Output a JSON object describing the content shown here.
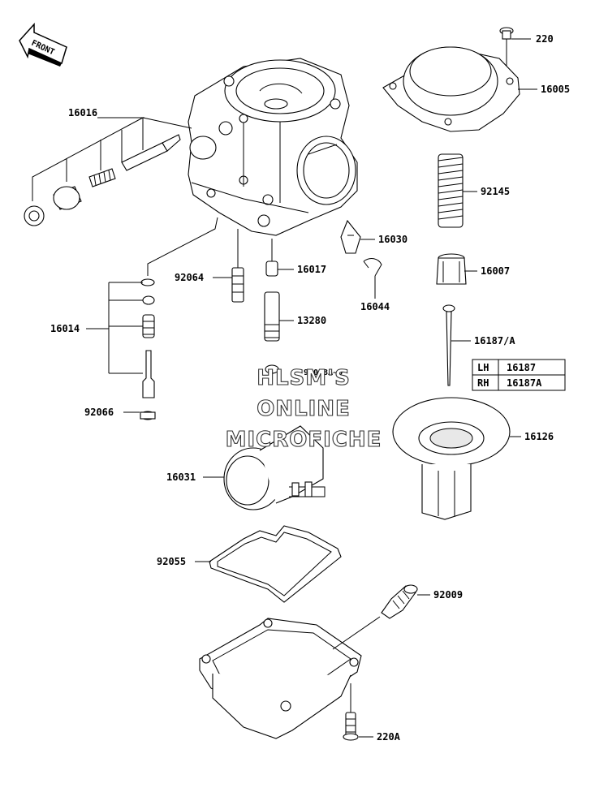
{
  "front_marker": "FRONT",
  "labels": {
    "p220": "220",
    "p16005": "16005",
    "p16016": "16016",
    "p92145": "92145",
    "p16030": "16030",
    "p16017": "16017",
    "p92064": "92064",
    "p16007": "16007",
    "p16044": "16044",
    "p16014": "16014",
    "p13280": "13280",
    "p16187a": "16187/A",
    "p92066": "92066",
    "p16126": "16126",
    "p16031": "16031",
    "p92055": "92055",
    "p92009": "92009",
    "p220a": "220A",
    "p92063": "92063A~D"
  },
  "variant_table": {
    "rows": [
      {
        "side": "LH",
        "part": "16187"
      },
      {
        "side": "RH",
        "part": "16187A"
      }
    ]
  },
  "watermark": {
    "line1": "HLSM'S",
    "line2": "ONLINE",
    "line3": "MICROFICHE"
  }
}
